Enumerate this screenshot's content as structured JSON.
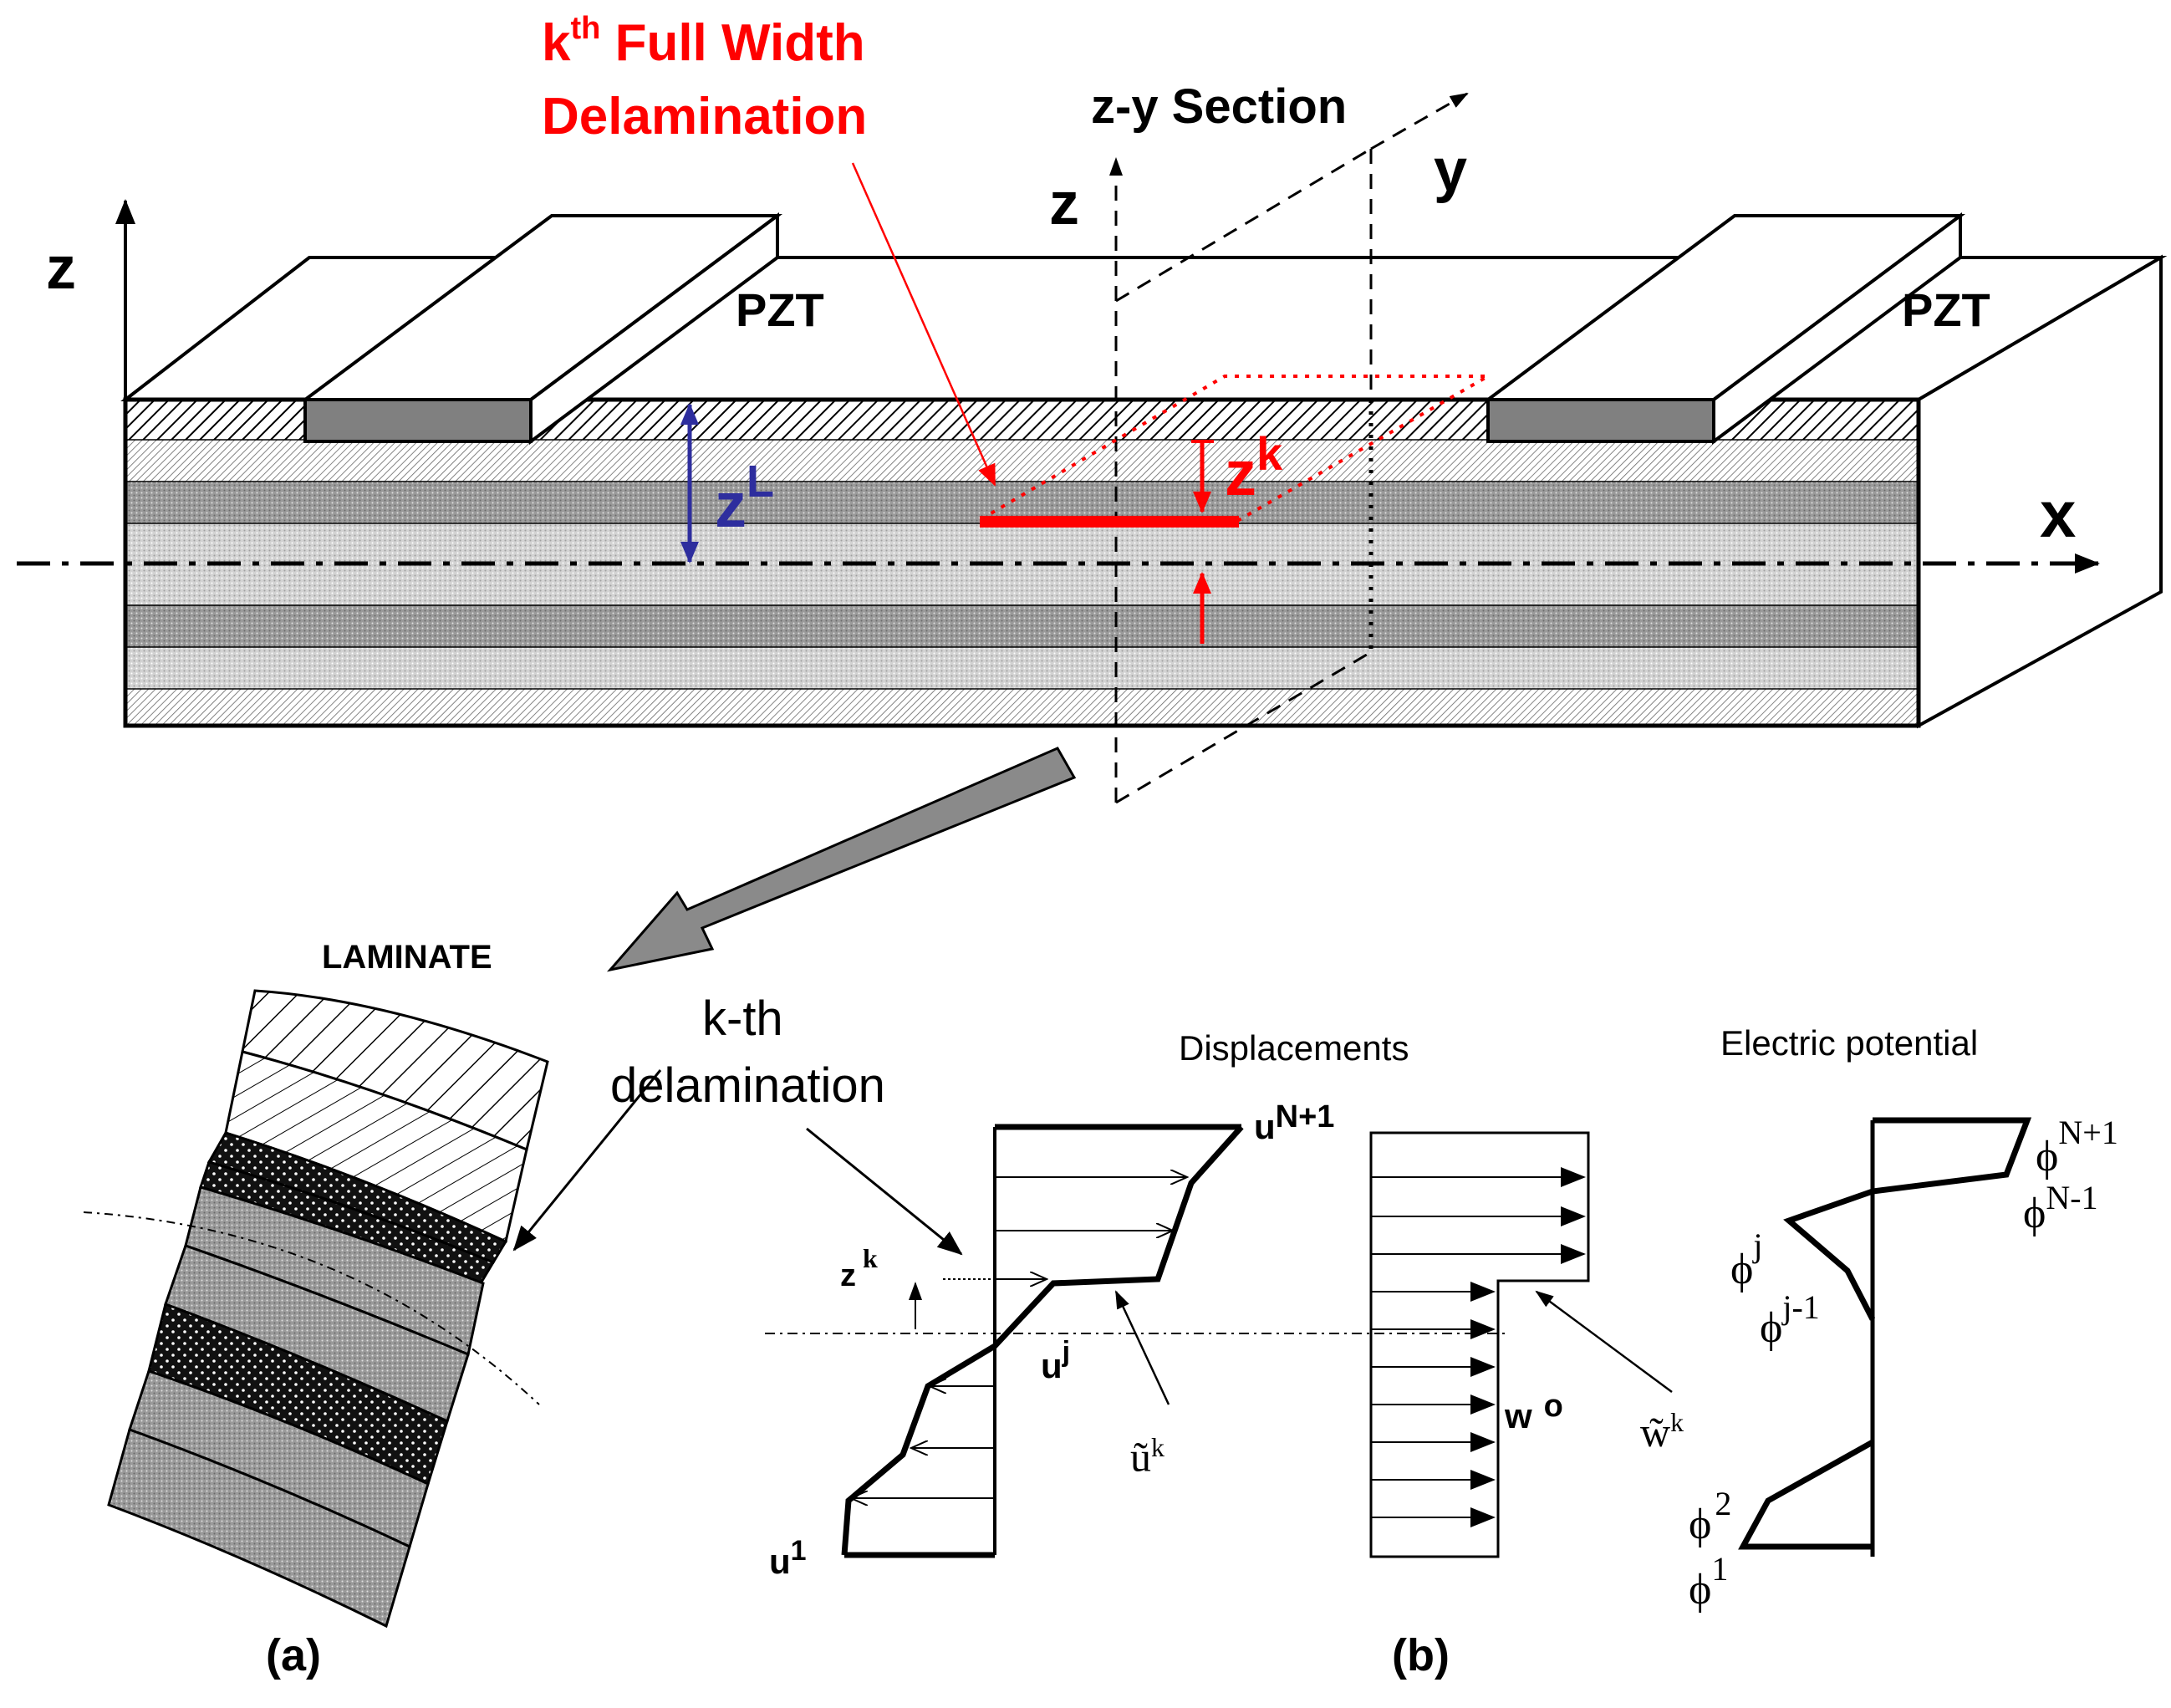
{
  "labels": {
    "delam_title_prefix": "k",
    "delam_title_sup": "th",
    "delam_title_line1_rest": " Full Width",
    "delam_title_line2": "Delamination",
    "zy_section": "z-y Section",
    "axis_z_left": "z",
    "axis_z_section": "z",
    "axis_y": "y",
    "axis_x": "x",
    "pzt_left": "PZT",
    "pzt_right": "PZT",
    "zL_base": "z",
    "zL_sup": "L",
    "zk_base": "z",
    "zk_sup": "k",
    "laminate": "LAMINATE",
    "kth_line1": "k-th",
    "kth_line2": "delamination",
    "displacements": "Displacements",
    "electric_potential": "Electric potential",
    "panel_a": "(a)",
    "panel_b": "(b)",
    "u_top_base": "u",
    "u_top_sup": "N+1",
    "u_j_base": "u",
    "u_j_sup": "j",
    "u_1_base": "u",
    "u_1_sup": "1",
    "zk2_base": "z",
    "zk2_sup": "k",
    "u_tilde_base": "ũ",
    "u_tilde_sup": "k",
    "w0_base": "w",
    "w0_sup": "o",
    "w_tilde_base": "w̃",
    "w_tilde_sup": "k",
    "phi": "ϕ",
    "phi_top_sup": "N+1",
    "phi_n1_sup": "N-1",
    "phi_j_sup": "j",
    "phi_j1_sup": "j-1",
    "phi_2_sup": "2",
    "phi_1_sup": "1"
  },
  "colors": {
    "black": "#000000",
    "red": "#ff0000",
    "blue": "#2e2e9e",
    "pzt_fill": "#808080",
    "grey_arrow": "#8a8a8a"
  }
}
